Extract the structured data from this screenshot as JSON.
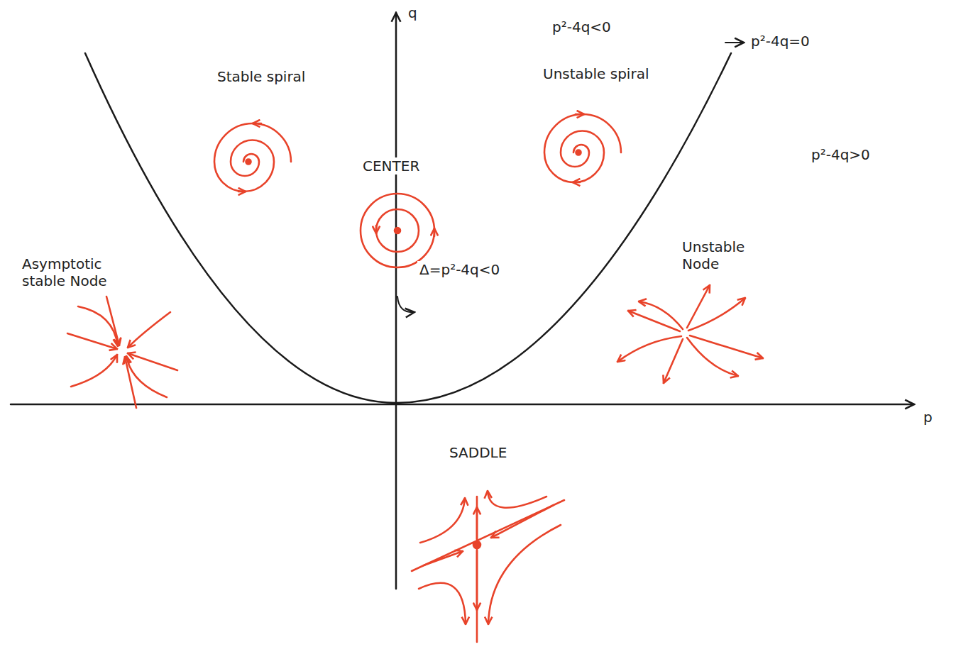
{
  "diagram": {
    "labels": [
      "q",
      "p",
      "Stable spiral",
      "p²-4q<0",
      "Unstable spiral",
      "p²-4q=0",
      "p²-4q>0",
      "CENTER",
      "Δ=p²-4q<0",
      "Asymptotic stable Node",
      "Unstable Node",
      "SADDLE"
    ]
  }
}
